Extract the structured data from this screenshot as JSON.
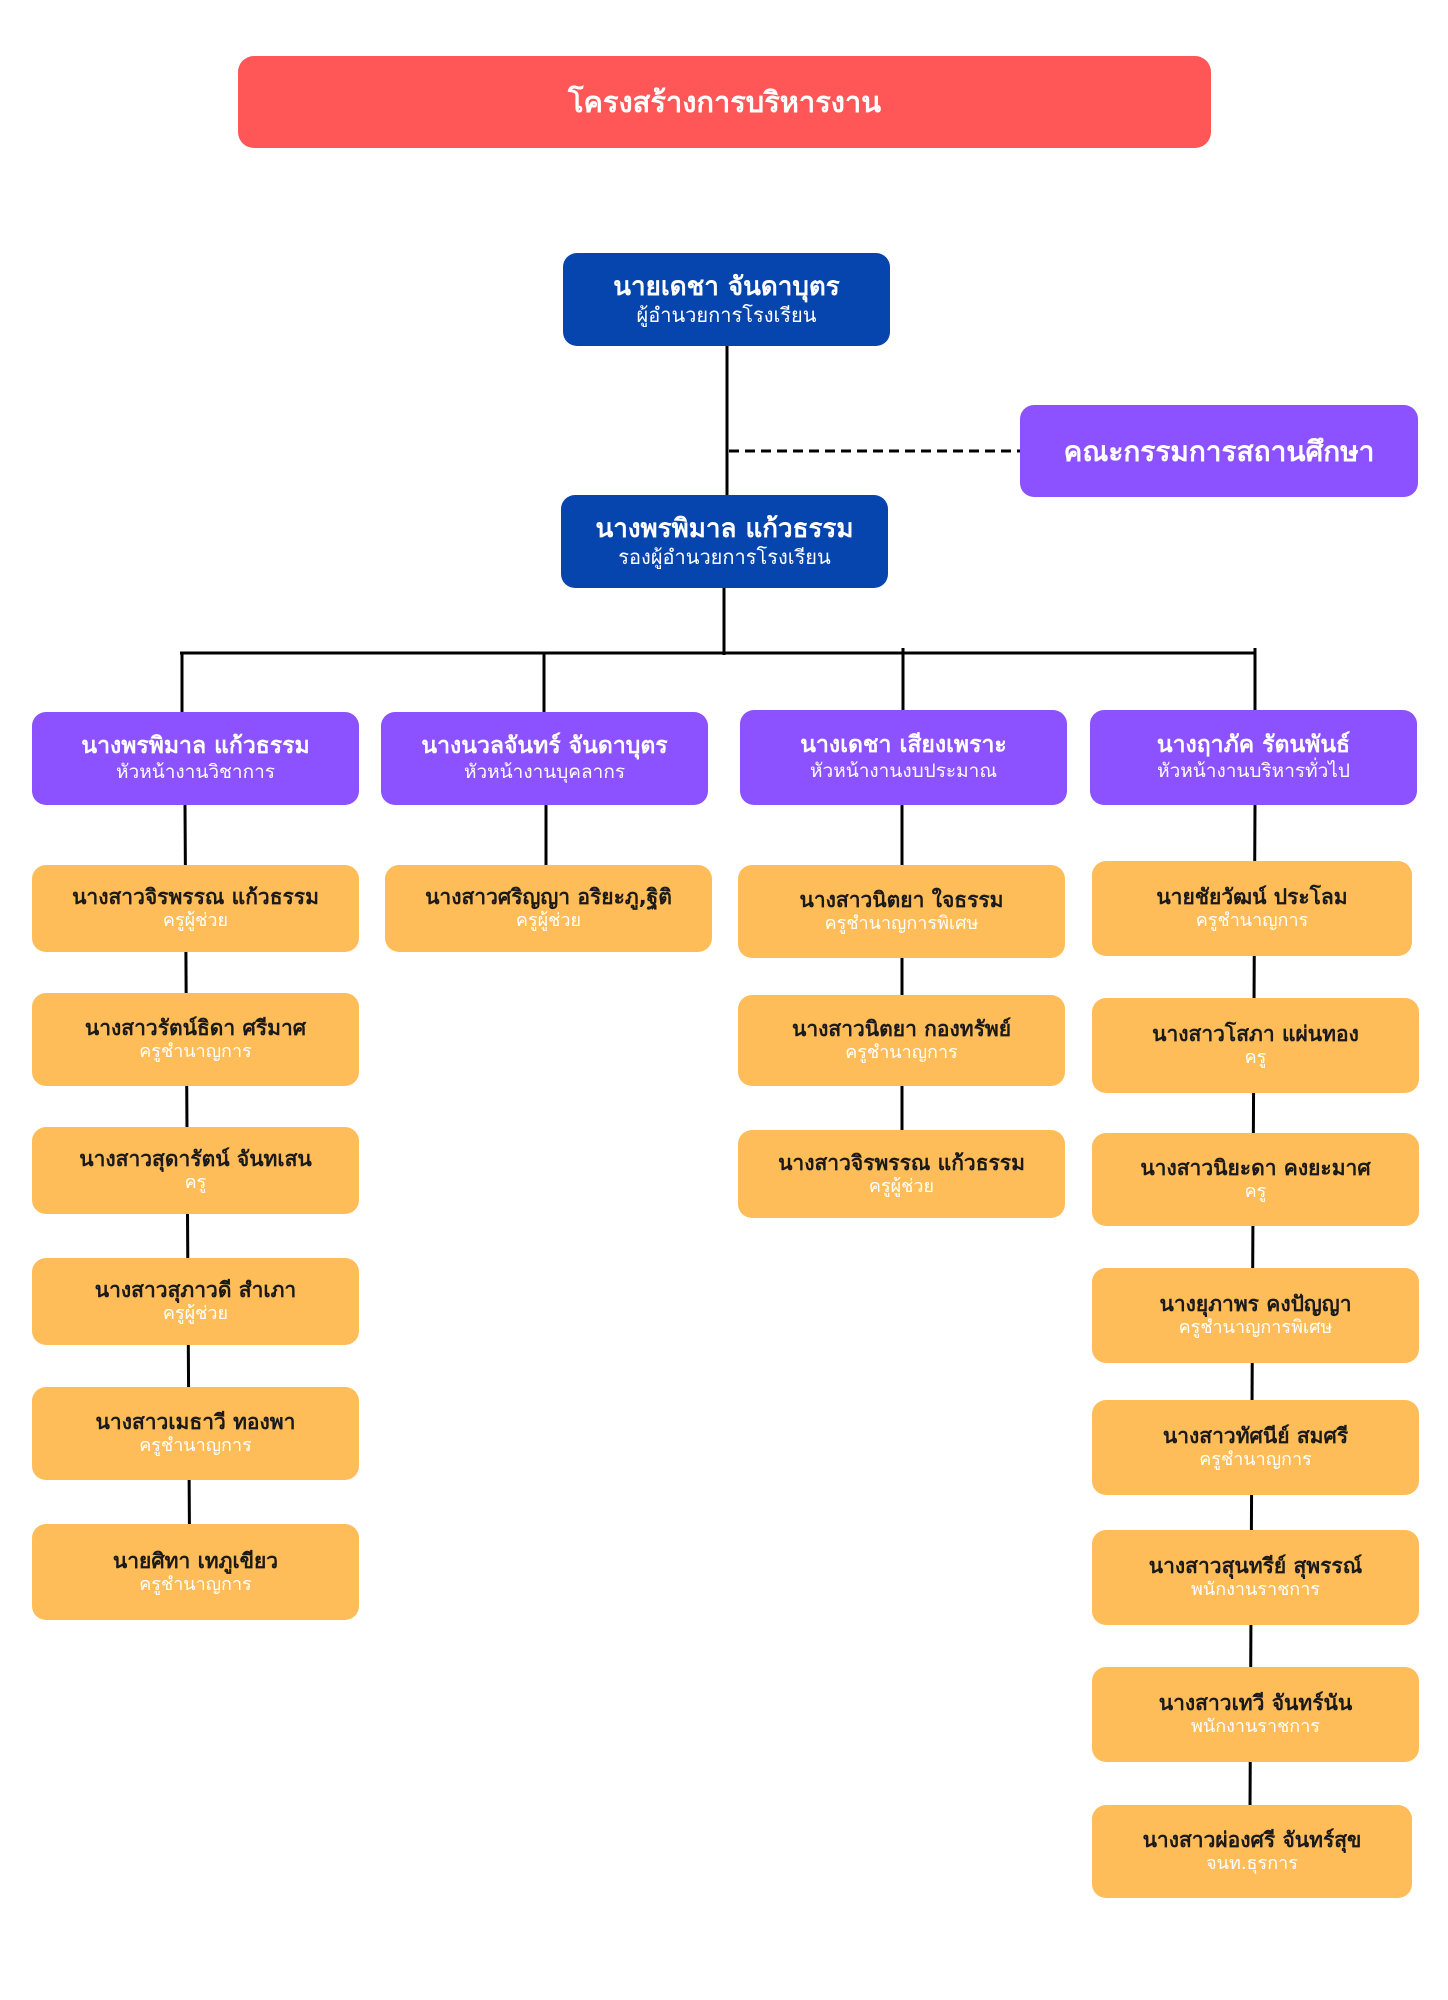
{
  "title": "โครงสร้างการบริหารงาน",
  "director": {
    "name": "นายเดชา จันดาบุตร",
    "role": "ผู้อำนวยการโรงเรียน"
  },
  "council": "คณะกรรมการสถานศึกษา",
  "deputy": {
    "name": "นางพรพิมาล แก้วธรรม",
    "role": "รองผู้อำนวยการโรงเรียน"
  },
  "departments": [
    {
      "head": {
        "name": "นางพรพิมาล แก้วธรรม",
        "role": "หัวหน้างานวิชาการ"
      },
      "staff": [
        {
          "name": "นางสาวจิรพรรณ แก้วธรรม",
          "role": "ครูผู้ช่วย"
        },
        {
          "name": "นางสาวรัตน์ธิดา ศรีมาศ",
          "role": "ครูชำนาญการ"
        },
        {
          "name": "นางสาวสุดารัตน์ จันทเสน",
          "role": "ครู"
        },
        {
          "name": "นางสาวสุภาวดี สำเภา",
          "role": "ครูผู้ช่วย"
        },
        {
          "name": "นางสาวเมธาวี ทองพา",
          "role": "ครูชำนาญการ"
        },
        {
          "name": "นายศิทา เทภูเขียว",
          "role": "ครูชำนาญการ"
        }
      ]
    },
    {
      "head": {
        "name": "นางนวลจันทร์ จันดาบุตร",
        "role": "หัวหน้างานบุคลากร"
      },
      "staff": [
        {
          "name": "นางสาวศริญญา อริยะภู,ฐิติ",
          "role": "ครูผู้ช่วย"
        }
      ]
    },
    {
      "head": {
        "name": "นางเดชา เสียงเพราะ",
        "role": "หัวหน้างานงบประมาณ"
      },
      "staff": [
        {
          "name": "นางสาวนิตยา ใจธรรม",
          "role": "ครูชำนาญการพิเศษ"
        },
        {
          "name": "นางสาวนิตยา กองทรัพย์",
          "role": "ครูชำนาญการ"
        },
        {
          "name": "นางสาวจิรพรรณ แก้วธรรม",
          "role": "ครูผู้ช่วย"
        }
      ]
    },
    {
      "head": {
        "name": "นางฤาภัค รัตนพันธ์",
        "role": "หัวหน้างานบริหารทั่วไป"
      },
      "staff": [
        {
          "name": "นายชัยวัฒน์ ประโลม",
          "role": "ครูชำนาญการ"
        },
        {
          "name": "นางสาวโสภา แผ่นทอง",
          "role": "ครู"
        },
        {
          "name": "นางสาวนิยะดา คงยะมาศ",
          "role": "ครู"
        },
        {
          "name": "นางยุภาพร คงปัญญา",
          "role": "ครูชำนาญการพิเศษ"
        },
        {
          "name": "นางสาวทัศนีย์ สมศรี",
          "role": "ครูชำนาญการ"
        },
        {
          "name": "นางสาวสุนทรีย์ สุพรรณ์",
          "role": "พนักงานราชการ"
        },
        {
          "name": "นางสาวเทวี จันทร์นัน",
          "role": "พนักงานราชการ"
        },
        {
          "name": "นางสาวผ่องศรี จันทร์สุข",
          "role": "จนท.ธุรการ"
        }
      ]
    }
  ],
  "colors": {
    "title_bg": "#ff5757",
    "director_bg": "#0645ad",
    "head_bg": "#8c52ff",
    "staff_bg": "#ffbd59"
  }
}
